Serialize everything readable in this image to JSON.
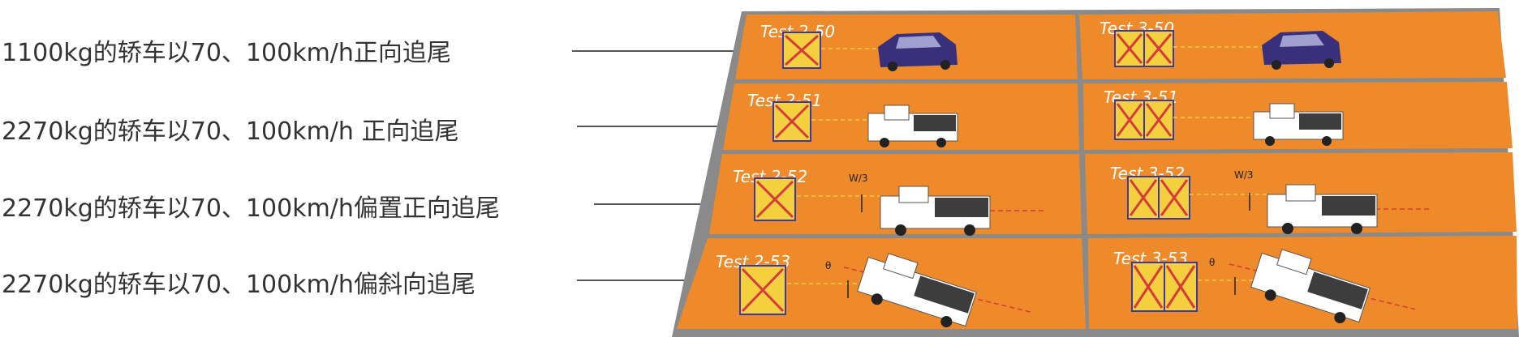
{
  "rows": [
    {
      "label": "1100kg的轿车以70、100km/h正向追尾",
      "left_test": "Test 2-50",
      "right_test": "Test 3-50",
      "vehicle": "sedan"
    },
    {
      "label": "2270kg的轿车以70、100km/h 正向追尾",
      "left_test": "Test 2-51",
      "right_test": "Test 3-51",
      "vehicle": "pickup"
    },
    {
      "label": "2270kg的轿车以70、100km/h偏置正向追尾",
      "left_test": "Test 2-52",
      "right_test": "Test 3-52",
      "vehicle": "pickup",
      "offset_note": "W/3"
    },
    {
      "label": "2270kg的轿车以70、100km/h偏斜向追尾",
      "left_test": "Test 2-53",
      "right_test": "Test 3-53",
      "vehicle": "pickup",
      "angle_note": "θ"
    }
  ],
  "colors": {
    "pad": "#EE8A2A",
    "pad_border": "#8a8a8a",
    "sedan": "#3a2f7a",
    "pickup": "#ffffff",
    "attenuator": "#f4d03f"
  }
}
